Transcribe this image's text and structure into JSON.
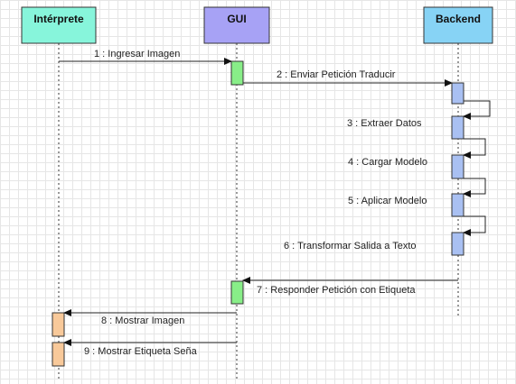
{
  "colors": {
    "interprete_head": "#87f5db",
    "gui_head": "#a7a2f5",
    "backend_head": "#87d3f5",
    "gui_activation": "#88ee88",
    "backend_activation": "#a9c0f2",
    "interprete_activation": "#f8c99a"
  },
  "lifelines": [
    {
      "id": "interprete",
      "label": "Intérprete"
    },
    {
      "id": "gui",
      "label": "GUI"
    },
    {
      "id": "backend",
      "label": "Backend"
    }
  ],
  "messages": [
    {
      "label": "1 : Ingresar Imagen",
      "from": "interprete",
      "to": "gui"
    },
    {
      "label": "2 : Enviar Petición Traducir",
      "from": "gui",
      "to": "backend"
    },
    {
      "label": "3 : Extraer Datos",
      "from": "backend",
      "to": "backend"
    },
    {
      "label": "4 : Cargar Modelo",
      "from": "backend",
      "to": "backend"
    },
    {
      "label": "5 : Aplicar Modelo",
      "from": "backend",
      "to": "backend"
    },
    {
      "label": "6 : Transformar Salida a Texto",
      "from": "backend",
      "to": "backend"
    },
    {
      "label": "7 : Responder Petición con Etiqueta",
      "from": "backend",
      "to": "gui"
    },
    {
      "label": "8 : Mostrar Imagen",
      "from": "gui",
      "to": "interprete"
    },
    {
      "label": "9 : Mostrar Etiqueta Seña",
      "from": "gui",
      "to": "interprete"
    }
  ]
}
